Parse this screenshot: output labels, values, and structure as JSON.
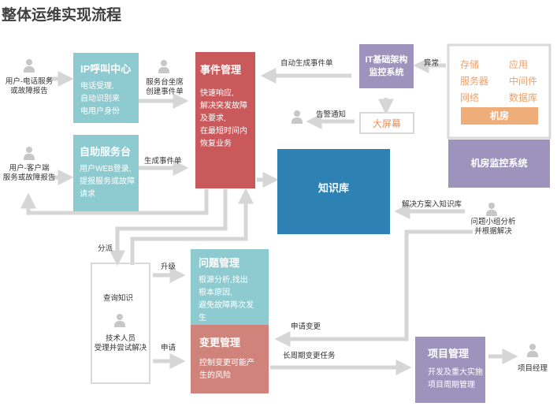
{
  "title": "整体运维实现流程",
  "callcenter": {
    "title": "IP呼叫中心",
    "lines": [
      "电话受理,",
      "自动识别来",
      "电用户身份"
    ]
  },
  "selfservice": {
    "title": "自助服务台",
    "lines": [
      "用户WEB登录,",
      "提报服务或故障",
      "请求"
    ]
  },
  "incident": {
    "title": "事件管理",
    "lines": [
      "快速响应,",
      "解决突发故障",
      "及要求,",
      "在最短时间内",
      "恢复业务"
    ]
  },
  "itmonitor": {
    "title_line1": "IT基础架构",
    "title_line2": "监控系统"
  },
  "bigscreen": "大屏幕",
  "datacenter": {
    "items": [
      "存储",
      "应用",
      "服务器",
      "中间件",
      "网络",
      "数据库"
    ],
    "label": "机房"
  },
  "dcmonitor": "机房监控系统",
  "knowledge": "知识库",
  "problem": {
    "title": "问题管理",
    "lines": [
      "根源分析,找出",
      "根本原因,",
      "避免故障再次发",
      "生"
    ]
  },
  "change": {
    "title": "变更管理",
    "lines": [
      "控制变更可能产",
      "生的风险"
    ]
  },
  "project": {
    "title": "项目管理",
    "lines": [
      "开发及重大实施",
      "项目周期管理"
    ]
  },
  "labels": {
    "user_phone_1": "用户-电话服务",
    "user_phone_2": "或故障报告",
    "user_client_1": "用户-客户端",
    "user_client_2": "服务或故障报告",
    "desk_1": "服务台坐席",
    "desk_2": "创建事件单",
    "gen_ticket": "生成事件单",
    "auto_gen": "自动生成事件单",
    "alarm": "异常",
    "alert_notice": "告警通知",
    "solution_to_kb": "解决方案入知识库",
    "group_1": "问题小组分析",
    "group_2": "并根据解决",
    "dispatch": "分派",
    "query_kb": "查询知识",
    "tech_1": "技术人员",
    "tech_2": "受理并尝试解决",
    "upgrade": "升级",
    "apply": "申请",
    "apply_change": "申请变更",
    "long_change": "长周期变更任务",
    "pm": "项目经理"
  },
  "colors": {
    "teal": "#8ecbd0",
    "red": "#c9595a",
    "purple": "#9d93bd",
    "blue": "#2e82b3",
    "salmon": "#d0837b",
    "orange": "#efad7a",
    "arrow": "#d6d6d6"
  }
}
